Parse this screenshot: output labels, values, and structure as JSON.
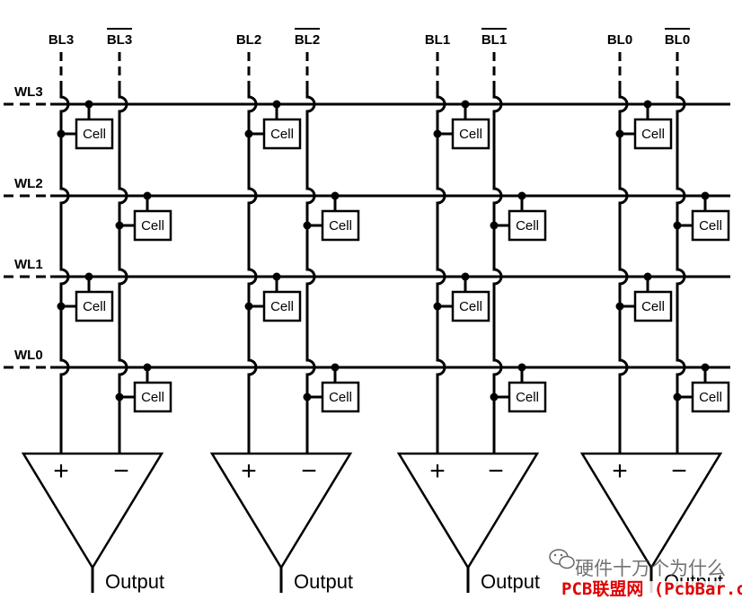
{
  "columns": [
    {
      "bl": "BL3",
      "blb": "BL3"
    },
    {
      "bl": "BL2",
      "blb": "BL2"
    },
    {
      "bl": "BL1",
      "blb": "BL1"
    },
    {
      "bl": "BL0",
      "blb": "BL0"
    }
  ],
  "word_lines": [
    {
      "label": "WL3",
      "cell_on": "bl"
    },
    {
      "label": "WL2",
      "cell_on": "blb"
    },
    {
      "label": "WL1",
      "cell_on": "bl"
    },
    {
      "label": "WL0",
      "cell_on": "blb"
    }
  ],
  "cell_label": "Cell",
  "amp_plus": "+",
  "amp_minus": "−",
  "output_label": "Output",
  "watermark": {
    "line1": "硬件十万个为什么",
    "line2": "PCB联盟网 (PcbBar.com)"
  }
}
